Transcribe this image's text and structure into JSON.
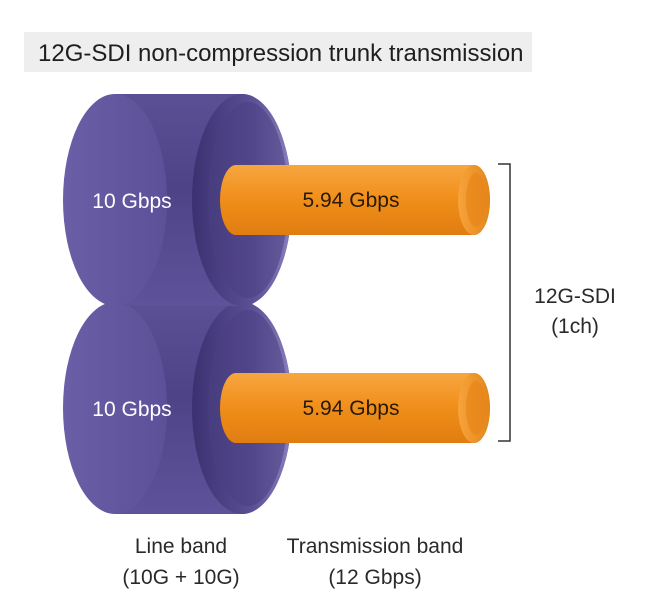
{
  "title": "12G-SDI non-compression trunk transmission",
  "line_cylinders": [
    {
      "label": "10 Gbps"
    },
    {
      "label": "10 Gbps"
    }
  ],
  "transmission_pipes": [
    {
      "label": "5.94 Gbps"
    },
    {
      "label": "5.94 Gbps"
    }
  ],
  "bracket_label": {
    "line1": "12G-SDI",
    "line2": "(1ch)"
  },
  "bottom_labels": {
    "line_band": {
      "line1": "Line band",
      "line2": "(10G + 10G)"
    },
    "transmission_band": {
      "line1": "Transmission band",
      "line2": "(12 Gbps)"
    }
  },
  "colors": {
    "line_cylinder": "#574a8f",
    "transmission_pipe": "#f2921e",
    "title_bg": "#eeeeee"
  }
}
